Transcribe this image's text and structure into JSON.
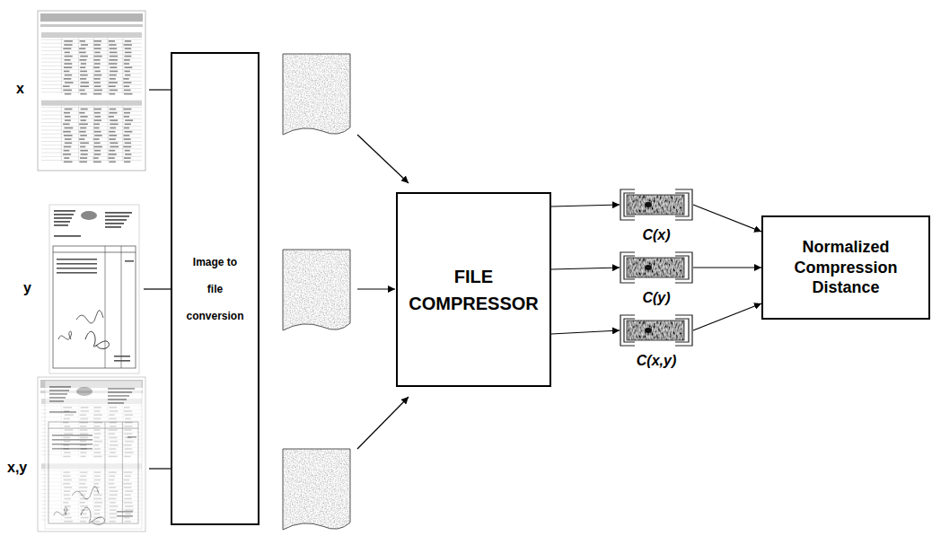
{
  "diagram": {
    "nodes": [
      {
        "text": [
          "Image to file conversion"
        ]
      },
      {
        "text": [
          "FILE COMPRESSOR"
        ]
      },
      {
        "text": [
          "C(x)"
        ]
      },
      {
        "text": [
          "C(y)"
        ]
      },
      {
        "text": [
          "C(x,y)"
        ]
      },
      {
        "text": [
          "Normalized Compression Distance"
        ]
      }
    ],
    "edges": [
      {
        "from": 1,
        "to": 2,
        "arrow": "to"
      },
      {
        "from": 1,
        "to": 3,
        "arrow": "to"
      },
      {
        "from": 1,
        "to": 4,
        "arrow": "to"
      },
      {
        "from": 2,
        "to": 5,
        "arrow": "to"
      },
      {
        "from": 3,
        "to": 5,
        "arrow": "to"
      },
      {
        "from": 4,
        "to": 5,
        "arrow": "to"
      }
    ],
    "labels": [
      "x",
      "y",
      "x,y"
    ]
  }
}
